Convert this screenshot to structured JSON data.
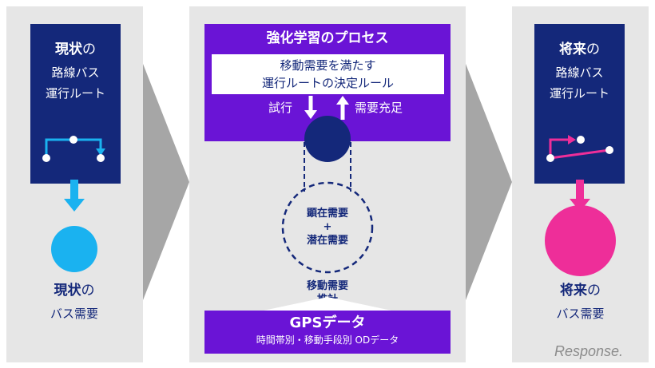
{
  "left": {
    "title_bold": "現状",
    "title_no": "の",
    "title_line2": "路線バス",
    "title_line3": "運行ルート",
    "demand_bold": "現状",
    "demand_no": "の",
    "demand_line2": "バス需要"
  },
  "center": {
    "process_title": "強化学習のプロセス",
    "rule_line1": "移動需要を満たす",
    "rule_line2": "運行ルートの決定ルール",
    "trial_label": "試行",
    "demand_satisfied_label": "需要充足",
    "demand_line1": "顕在需要",
    "demand_plus": "+",
    "demand_line2": "潜在需要",
    "estimate_line1": "移動需要",
    "estimate_line2": "推計",
    "gps_title": "GPSデータ",
    "gps_subtitle": "時間帯別・移動手段別 ODデータ"
  },
  "right": {
    "title_bold": "将来",
    "title_no": "の",
    "title_line2": "路線バス",
    "title_line3": "運行ルート",
    "demand_bold": "将来",
    "demand_no": "の",
    "demand_line2": "バス需要"
  },
  "watermark": "Response.",
  "colors": {
    "navy": "#14287a",
    "purple": "#6a14d6",
    "cyan": "#1ab2f0",
    "pink": "#ee2e99",
    "panel": "#e6e6e6",
    "chevron": "#a6a6a6"
  }
}
